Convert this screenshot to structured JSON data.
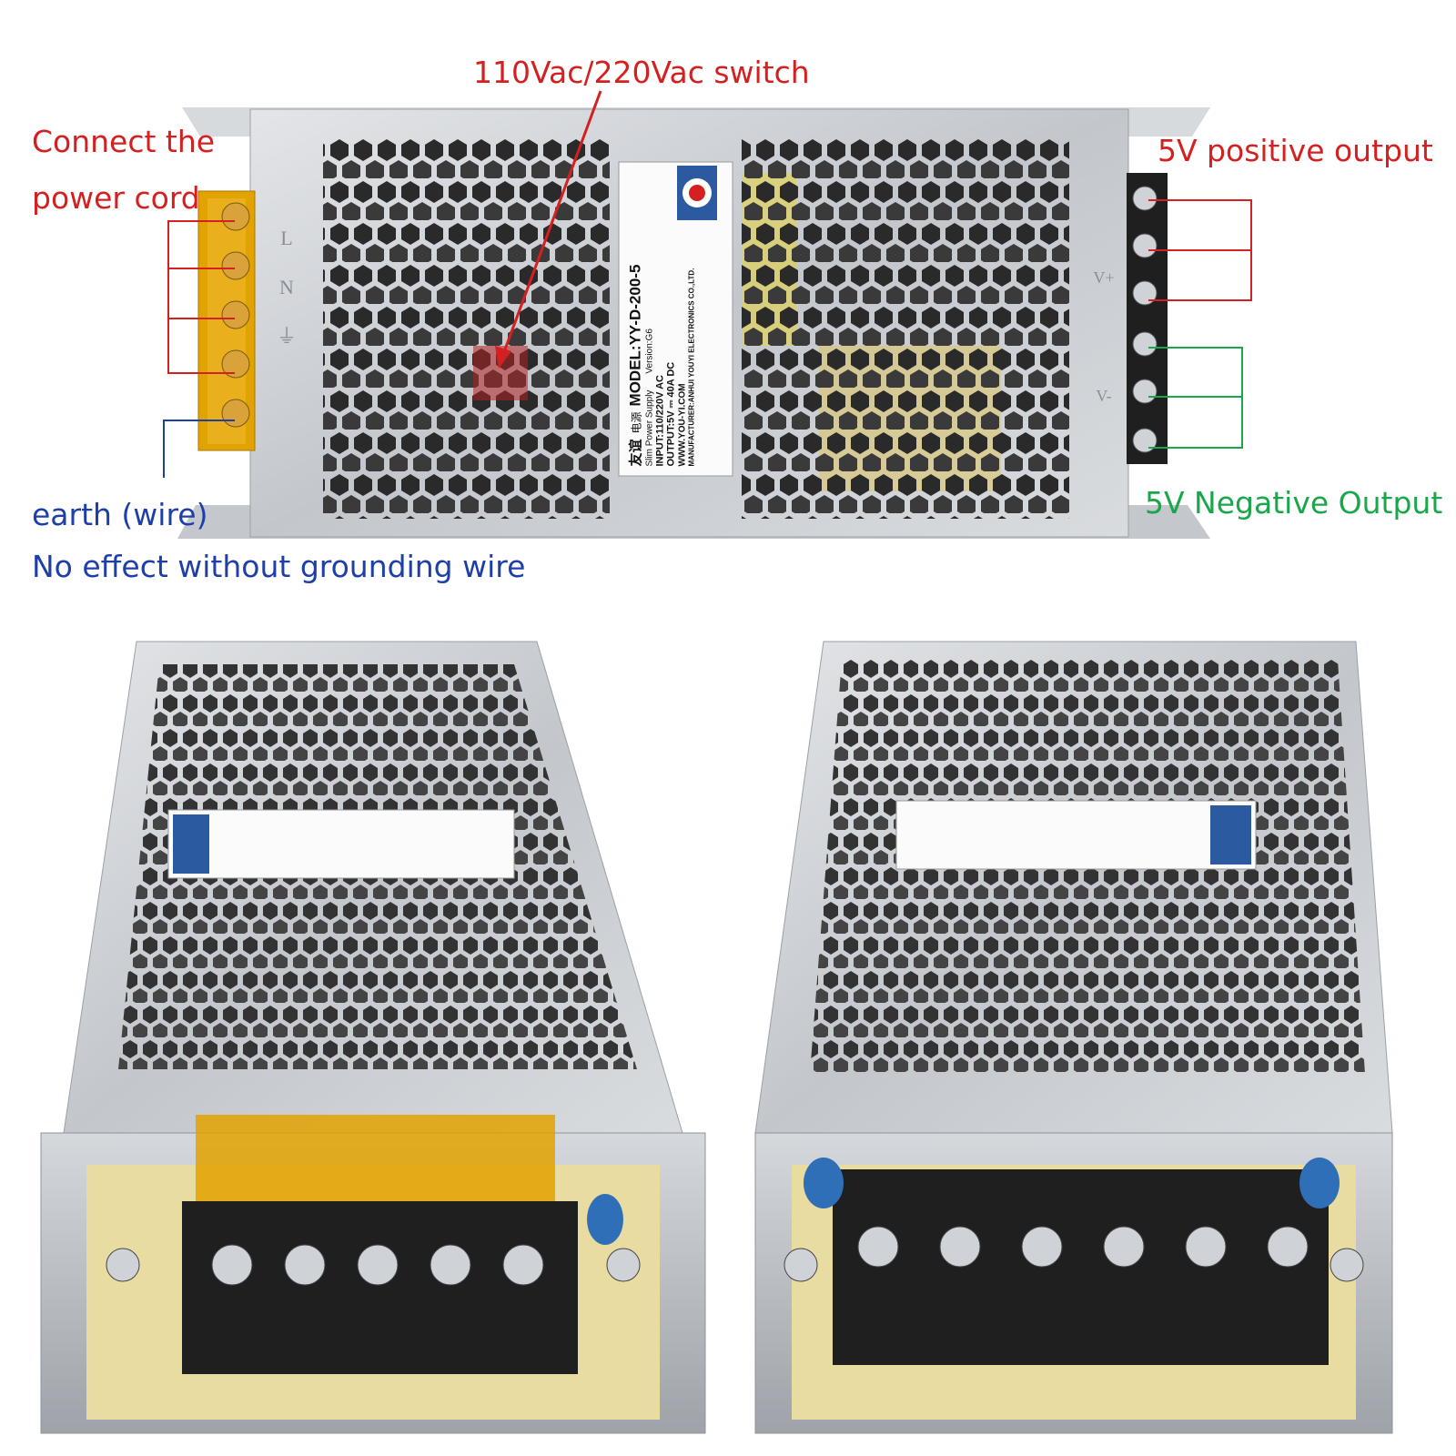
{
  "colors": {
    "annotation_red": "#d42020",
    "annotation_blue": "#1e3fa8",
    "annotation_green": "#1aa64a",
    "chassis": "#c9ccd1",
    "terminal_black": "#1f1f1f",
    "terminal_cover": "#e2a200",
    "pcb": "#e9dca0"
  },
  "annotations": {
    "switch": "110Vac/220Vac switch",
    "power_cord_1": "Connect the",
    "power_cord_2": "power cord",
    "positive_output": "5V positive output",
    "negative_output": "5V Negative Output",
    "earth": "earth (wire)",
    "grounding": "No effect without grounding wire"
  },
  "label": {
    "brand_cn_1": "友谊",
    "brand_cn_2": "电源",
    "model": "MODEL:YY-D-200-5",
    "subtitle": "Slim Power Supply",
    "version": "Version:G6",
    "input": "INPUT:110/220V AC",
    "output": "OUTPUT:5V ⎓ 40A DC",
    "website": "WWW.YOU-YI.COM",
    "manufacturer": "MANUFACTURER:ANHUI YOUYI ELECTRONICS CO.,LTD."
  },
  "terminal_labels": {
    "input": [
      "L",
      "N",
      "⏚"
    ],
    "output": [
      "V+",
      "V-"
    ]
  }
}
